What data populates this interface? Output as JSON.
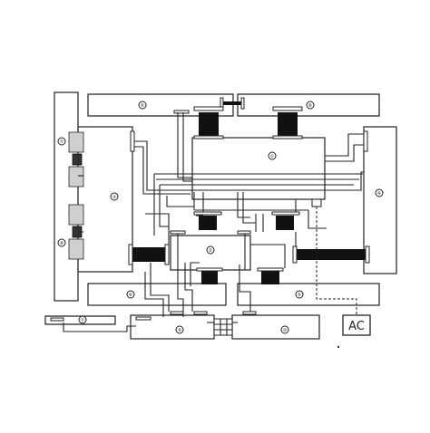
{
  "diagram": {
    "labels": {
      "b1": "①",
      "b2": "②",
      "b3": "③",
      "b4": "④",
      "b5a": "⑤",
      "b5b": "⑤",
      "b6a": "⑥",
      "b6b": "⑥",
      "b7": "⑦",
      "b8": "⑧",
      "b9": "⑨",
      "b10": "⑩",
      "b11": "⑪",
      "ac": "AC"
    }
  }
}
